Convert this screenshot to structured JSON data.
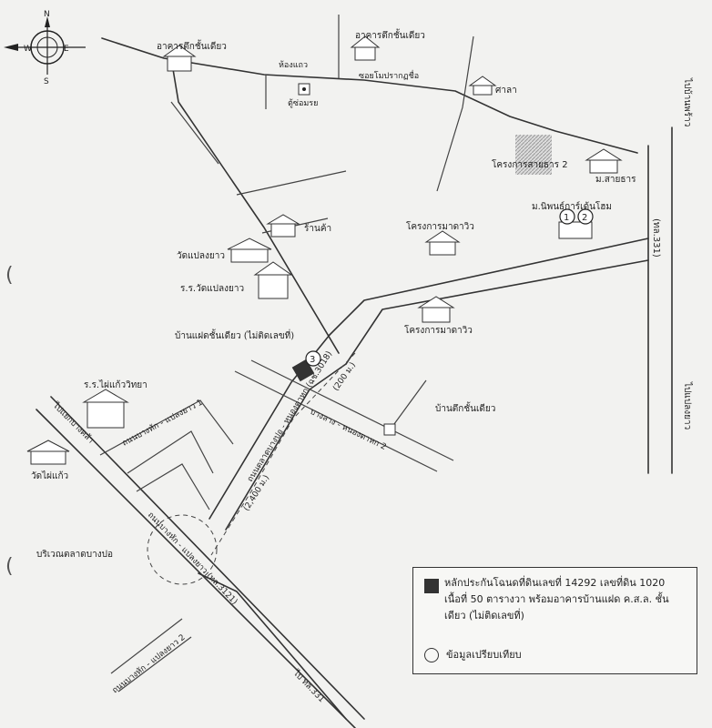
{
  "compass": {
    "north": "N",
    "south": "S",
    "east": "E",
    "west": "W"
  },
  "labels": {
    "bldg_nw": "อาคารตึกชั้นเดียว",
    "bldg_n": "อาคารตึกชั้นเดียว",
    "wat_label": "ห้องแถว",
    "soi_top": "ซอยโมปรากฏชื่อ",
    "police_box": "ตู้ซ่อมรย",
    "sala": "ศาลา",
    "to_ban_phrao": "ไปบ้านพร้าว",
    "project_2": "โครงการสายธาร 2",
    "m_saithan": "ม.สายธาร",
    "m_nipon": "ม.นิพนธ์การ์เด้นโฮม",
    "shop": "ร้านค้า",
    "project_mala_1": "โครงการมาดาวิว",
    "wat_plaeng_yao": "วัดแปลงยาว",
    "school_wat": "ร.ร.วัดแปลงยาว",
    "road_331": "(ทล.331)",
    "project_mala_2": "โครงการมาดาวิว",
    "subject_house": "บ้านแฝดชั้นเดียว (ไม่ติดเลขที่)",
    "dist_200": "(200 ม.)",
    "road_3018": "ถนนตลาดบางปอ - หนองตาหก (ฉช.3018)",
    "to_plaeng_yao": "ไปแปลงยาว",
    "bldg_e": "บ้านตึกชั้นเดียว",
    "school_kaeo": "ร.ร.ไผ่แก้ววิทยา",
    "soi_bangpakong_1": "ถนนบางหัก - แปลงยาว 1",
    "soi_small": "บางลาง - หนองตาหก 2",
    "to_bang_kha": "ไปแยกบางคล้า",
    "wat_phai_kaeo": "วัดไผ่แก้ว",
    "dist_2400": "(2,400 ม.)",
    "market_area": "บริเวณตลาดบางปอ",
    "road_3121": "ถนนบางหัก - แปลงยาว (ทล.3121)",
    "soi_bangpakong_2": "ถนนบางหัก - แปลงยาว 2",
    "to_331": "ไป ทล.331",
    "num_1": "1",
    "num_2": "2",
    "num_3": "3"
  },
  "legend": {
    "subject_text": "หลักประกันโฉนดที่ดินเลขที่ 14292 เลขที่ดิน 1020 เนื้อที่ 50 ตารางวา พร้อมอาคารบ้านแฝด ค.ส.ล. ชั้นเดียว (ไม่ติดเลขที่)",
    "comparison_text": "ข้อมูลเปรียบเทียบ"
  },
  "colors": {
    "ink": "#222222",
    "subject_marker": "#333333",
    "hatch": "#999999"
  }
}
